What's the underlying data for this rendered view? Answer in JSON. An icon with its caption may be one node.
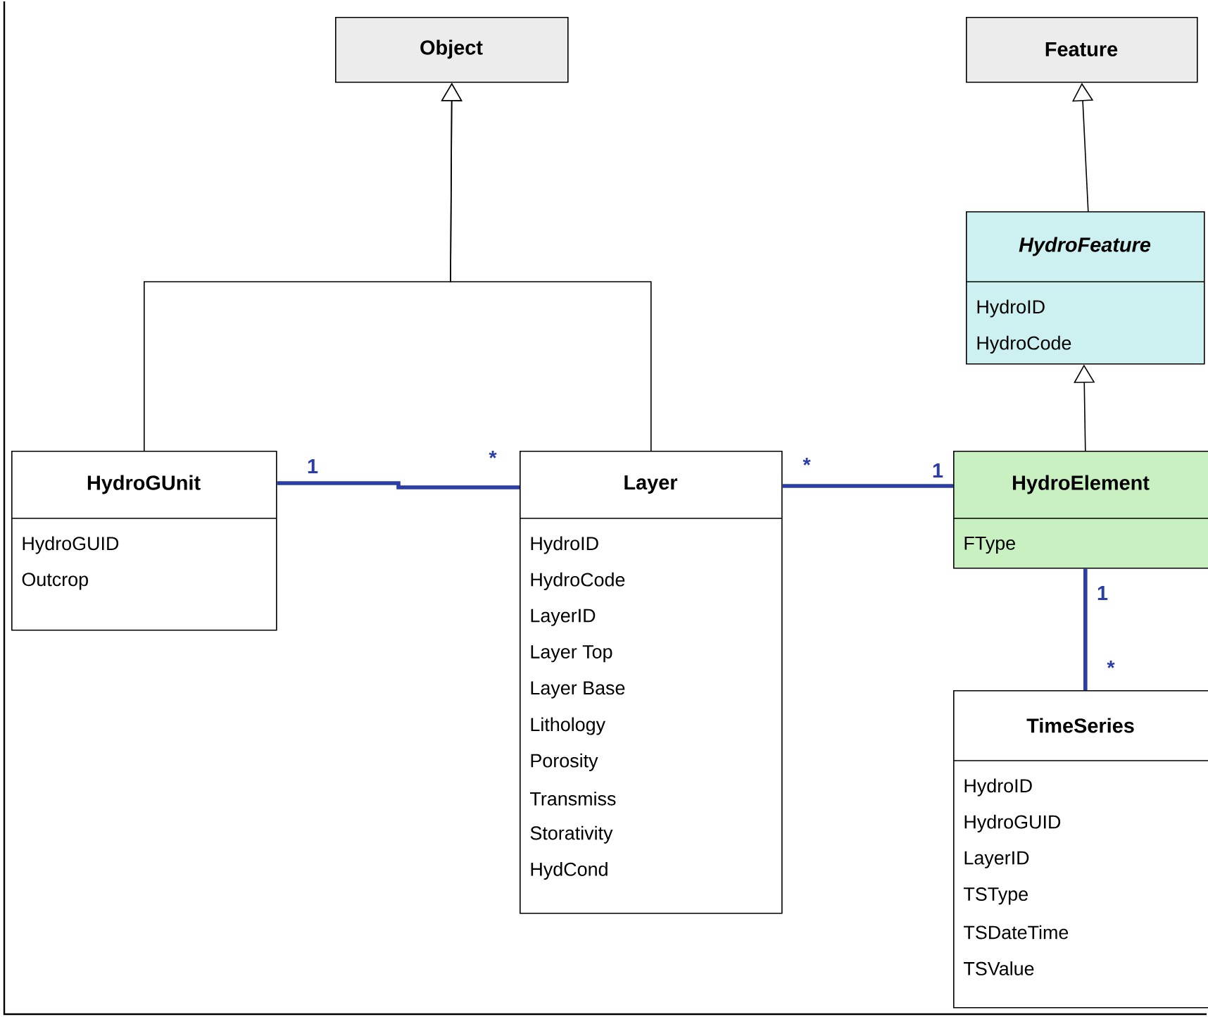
{
  "diagram": {
    "nodes": [
      {
        "text": [
          "Object"
        ]
      },
      {
        "text": [
          "Feature"
        ]
      },
      {
        "text": [
          "HydroFeature",
          "HydroID",
          "HydroCode"
        ]
      },
      {
        "text": [
          "HydroGUnit",
          "HydroGUID",
          "Outcrop"
        ]
      },
      {
        "text": [
          "Layer",
          "HydroID",
          "HydroCode",
          "LayerID",
          "Layer Top",
          "Layer Base",
          "Lithology",
          "Porosity",
          "Transmiss",
          "Storativity",
          "HydCond"
        ]
      },
      {
        "text": [
          "HydroElement",
          "FType"
        ]
      },
      {
        "text": [
          "TimeSeries",
          "HydroID",
          "HydroGUID",
          "LayerID",
          "TSType",
          "TSDateTime",
          "TSValue"
        ]
      }
    ],
    "edges": [
      {
        "from": 3,
        "to": 0,
        "arrow": "to"
      },
      {
        "from": 4,
        "to": 0,
        "arrow": "to"
      },
      {
        "from": 2,
        "to": 1,
        "arrow": "to"
      },
      {
        "from": 5,
        "to": 2,
        "arrow": "to"
      },
      {
        "from": 3,
        "to": 4,
        "arrow": "none",
        "style": "thick",
        "color": "#2a3ea6"
      },
      {
        "from": 4,
        "to": 5,
        "arrow": "none",
        "style": "thick",
        "color": "#2a3ea6"
      },
      {
        "from": 5,
        "to": 6,
        "arrow": "none",
        "style": "thick",
        "color": "#2a3ea6"
      }
    ],
    "labels": [
      "1",
      "*",
      "*",
      "1",
      "1",
      "*"
    ]
  }
}
